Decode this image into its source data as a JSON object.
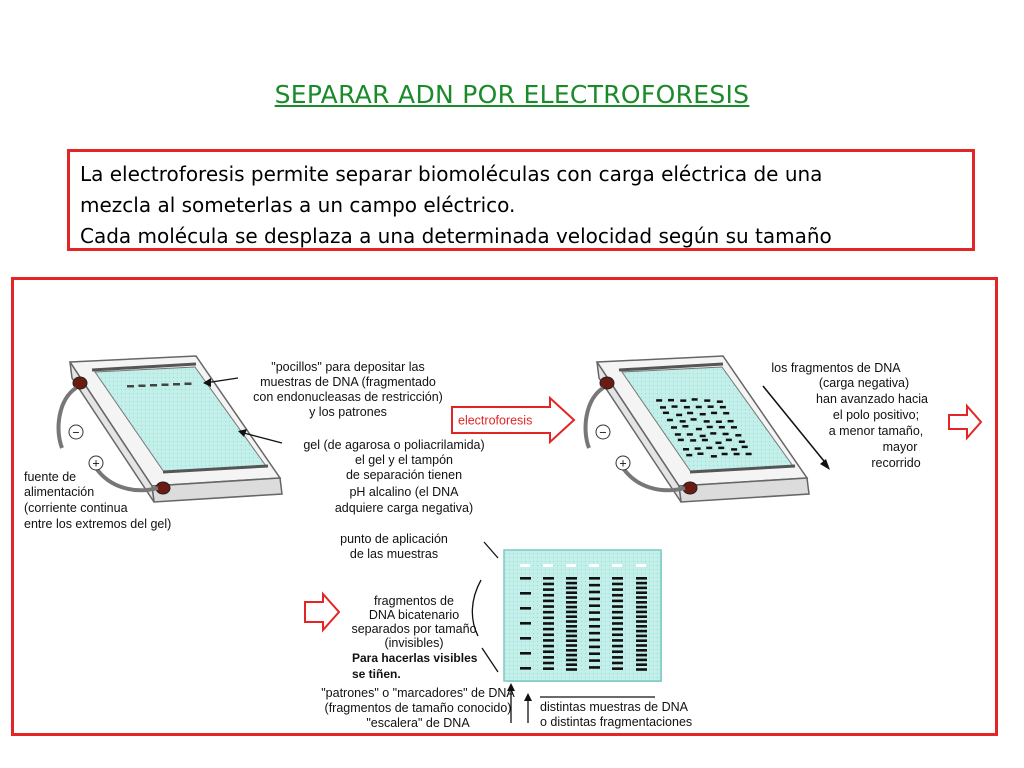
{
  "title": "SEPARAR ADN POR ELECTROFORESIS",
  "intro": {
    "line1": "La electroforesis permite separar biomoléculas con carga eléctrica de una",
    "line2": "mezcla al someterlas a un campo eléctrico.",
    "line3": "Cada molécula se desplaza a una determinada velocidad según su tamaño"
  },
  "colors": {
    "title": "#1a8a2a",
    "frame": "#e32525",
    "gel": "#b9ebe6",
    "arrow_red": "#e32525"
  },
  "diagram": {
    "wells_label": [
      "\"pocillos\" para depositar las",
      "muestras de DNA (fragmentado",
      "con endonucleasas de restricción)",
      "y los patrones"
    ],
    "gel_label": [
      "gel (de agarosa o poliacrilamida)",
      "el gel y el tampón",
      "de separación tienen",
      "pH alcalino  (el DNA",
      "adquiere carga negativa)"
    ],
    "power_label": [
      "fuente de",
      "alimentación",
      "(corriente continua",
      "entre los extremos del gel)"
    ],
    "minus": "−",
    "plus": "+",
    "electro_arrow": "electroforesis",
    "fragments_label": [
      "los fragmentos de DNA",
      "(carga negativa)",
      "han avanzado hacia",
      "el polo positivo;",
      "a menor tamaño,",
      "mayor",
      "recorrido"
    ],
    "application_label": [
      "punto de aplicación",
      "de las muestras"
    ],
    "fragments_ds_label": [
      "fragmentos de",
      "DNA bicatenario",
      "separados por tamaño",
      "(invisibles)"
    ],
    "stain_label": [
      "Para hacerlas visibles",
      "se tiñen."
    ],
    "patterns_label": [
      "\"patrones\" o \"marcadores\" de DNA",
      "(fragmentos de tamaño conocido)",
      "\"escalera\" de DNA"
    ],
    "samples_label": [
      "distintas muestras de DNA",
      "o distintas fragmentaciones"
    ]
  }
}
